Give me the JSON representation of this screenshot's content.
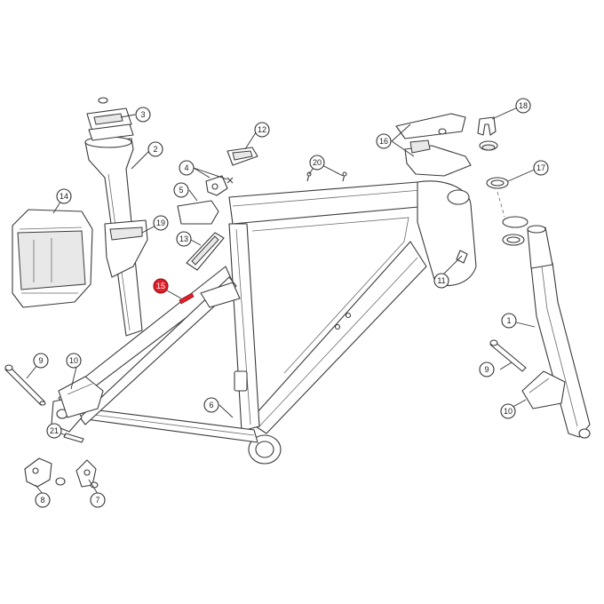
{
  "callouts": [
    {
      "id": "1",
      "label": "1",
      "highlighted": false
    },
    {
      "id": "2",
      "label": "2",
      "highlighted": false
    },
    {
      "id": "3",
      "label": "3",
      "highlighted": false
    },
    {
      "id": "4",
      "label": "4",
      "highlighted": false
    },
    {
      "id": "5",
      "label": "5",
      "highlighted": false
    },
    {
      "id": "6",
      "label": "6",
      "highlighted": false
    },
    {
      "id": "7",
      "label": "7",
      "highlighted": false
    },
    {
      "id": "8",
      "label": "8",
      "highlighted": false
    },
    {
      "id": "9a",
      "label": "9",
      "highlighted": false
    },
    {
      "id": "9b",
      "label": "9",
      "highlighted": false
    },
    {
      "id": "10a",
      "label": "10",
      "highlighted": false
    },
    {
      "id": "10b",
      "label": "10",
      "highlighted": false
    },
    {
      "id": "11",
      "label": "11",
      "highlighted": false
    },
    {
      "id": "12",
      "label": "12",
      "highlighted": false
    },
    {
      "id": "13",
      "label": "13",
      "highlighted": false
    },
    {
      "id": "14",
      "label": "14",
      "highlighted": false
    },
    {
      "id": "15",
      "label": "15",
      "highlighted": true
    },
    {
      "id": "16",
      "label": "16",
      "highlighted": false
    },
    {
      "id": "17",
      "label": "17",
      "highlighted": false
    },
    {
      "id": "18",
      "label": "18",
      "highlighted": false
    },
    {
      "id": "19",
      "label": "19",
      "highlighted": false
    },
    {
      "id": "20",
      "label": "20",
      "highlighted": false
    },
    {
      "id": "21",
      "label": "21",
      "highlighted": false
    }
  ],
  "colors": {
    "highlight": "#e0202a",
    "line": "#3a3a3a",
    "background": "#ffffff"
  }
}
